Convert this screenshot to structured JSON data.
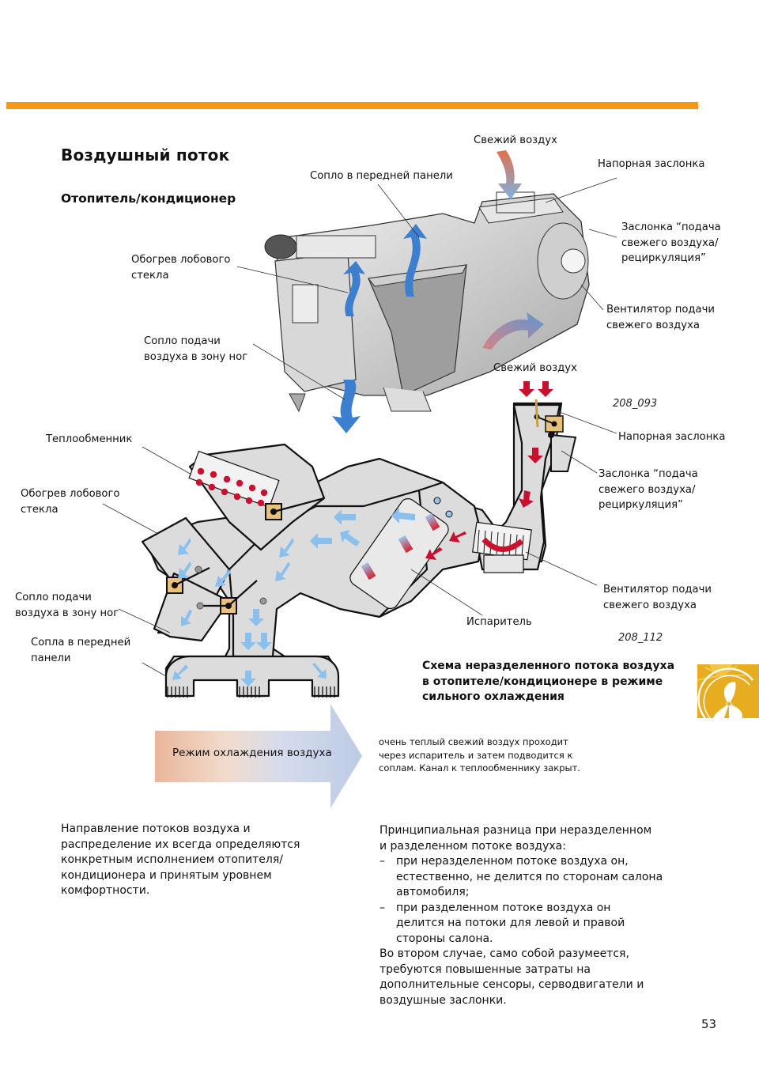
{
  "page": {
    "title": "Воздушный поток",
    "subtitle": "Отопитель/кондиционер",
    "page_number": "53",
    "accent_color": "#f39a12",
    "badge_color": "#e5ad1f",
    "badge_icon": "sun-fan-icon"
  },
  "diagram_3d": {
    "ref": "208_093",
    "labels": {
      "fresh_air": "Свежий воздух",
      "front_panel_nozzle": "Сопло в передней панели",
      "pressure_flap": "Напорная заслонка",
      "recirc_flap": "Заслонка “подача\nсвежего воздуха/\nрециркуляция”",
      "windshield_heat": "Обогрев лобового\nстекла",
      "fan": "Вентилятор подачи\nсвежего воздуха",
      "footwell_nozzle": "Сопло подачи\nвоздуха в зону ног",
      "fresh_air_bottom": "Свежий воздух"
    }
  },
  "diagram_schematic": {
    "ref": "208_112",
    "labels": {
      "heat_exchanger": "Теплообменник",
      "windshield_heat": "Обогрев лобового\nстекла",
      "footwell_nozzle": "Сопло подачи\nвоздуха в зону ног",
      "front_panel_nozzles": "Сопла в передней\nпанели",
      "pressure_flap": "Напорная заслонка",
      "recirc_flap": "Заслонка “подача\nсвежего воздуха/\nрециркуляция”",
      "fan": "Вентилятор подачи\nсвежего воздуха",
      "evaporator": "Испаритель"
    },
    "caption": "Схема неразделенного потока воздуха\nв отопителе/кондиционере в режиме\nсильного охлаждения"
  },
  "mode_arrow": {
    "label": "Режим охлаждения воздуха",
    "description": "очень теплый свежий воздух проходит\nчерез испаритель и затем подводится к\nсоплам. Канал к теплообменнику закрыт."
  },
  "body": {
    "left": "Направление потоков воздуха и\nраспределение их всегда определяются\nконкретным исполнением отопителя/\nкондиционера и принятым уровнем\nкомфортности.",
    "right_intro": "Принципиальная разница при неразделенном\nи разделенном потоке воздуха:",
    "right_bullets": [
      "при неразделенном потоке воздуха он,\nестественно, не делится по сторонам салона\nавтомобиля;",
      "при разделенном потоке воздуха он\nделится на потоки для левой и правой\nстороны салона."
    ],
    "bullet_marker": "–",
    "right_outro": "Во втором случае, само собой разумеется,\nтребуются повышенные затраты на\nдополнительные сенсоры, серводвигатели и\nвоздушные заслонки."
  }
}
